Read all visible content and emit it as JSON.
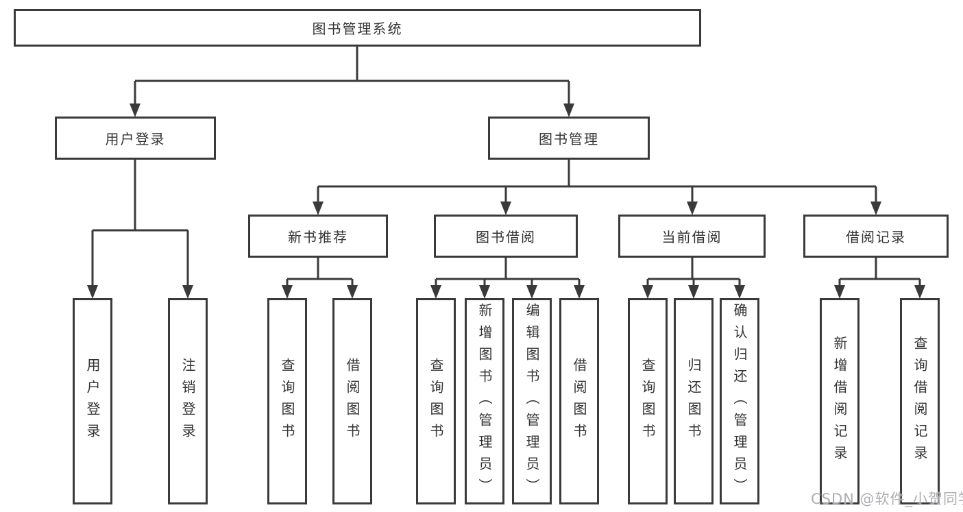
{
  "diagram": {
    "type": "hierarchy-tree",
    "line_color": "#3a3a3a",
    "box_fill": "#ffffff",
    "text_color": "#333333",
    "nodes": {
      "root": "图书管理系统",
      "user_login": "用户登录",
      "book_management": "图书管理",
      "new_book_recommend": "新书推荐",
      "book_borrow": "图书借阅",
      "current_borrow": "当前借阅",
      "borrow_records": "借阅记录",
      "leaf_user_login": "用户登录",
      "leaf_logout": "注销登录",
      "leaf_query_books_a": "查询图书",
      "leaf_borrow_books_a": "借阅图书",
      "leaf_query_books_b": "查询图书",
      "leaf_add_book_admin": "新增图书（管理员）",
      "leaf_edit_book_admin": "编辑图书（管理员）",
      "leaf_borrow_books_b": "借阅图书",
      "leaf_query_books_c": "查询图书",
      "leaf_return_book": "归还图书",
      "leaf_confirm_return_admin": "确认归还（管理员）",
      "leaf_add_borrow_record": "新增借阅记录",
      "leaf_query_borrow_record": "查询借阅记录"
    },
    "hierarchy": {
      "图书管理系统": {
        "用户登录": [
          "用户登录",
          "注销登录"
        ],
        "图书管理": {
          "新书推荐": [
            "查询图书",
            "借阅图书"
          ],
          "图书借阅": [
            "查询图书",
            "新增图书（管理员）",
            "编辑图书（管理员）",
            "借阅图书"
          ],
          "当前借阅": [
            "查询图书",
            "归还图书",
            "确认归还（管理员）"
          ],
          "借阅记录": [
            "新增借阅记录",
            "查询借阅记录"
          ]
        }
      }
    },
    "watermark": "CSDN @软件_小贺同学"
  }
}
